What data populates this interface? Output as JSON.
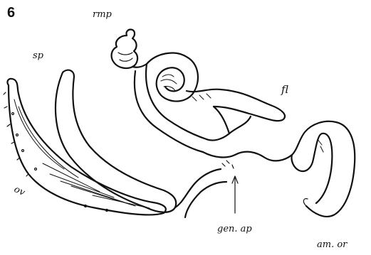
{
  "figure": {
    "number": "6",
    "labels": {
      "rmp": "rmp",
      "sp": "sp",
      "fl": "fl",
      "ov": "ov",
      "gen_ap": "gen. ap",
      "am_or": "am. or"
    }
  }
}
